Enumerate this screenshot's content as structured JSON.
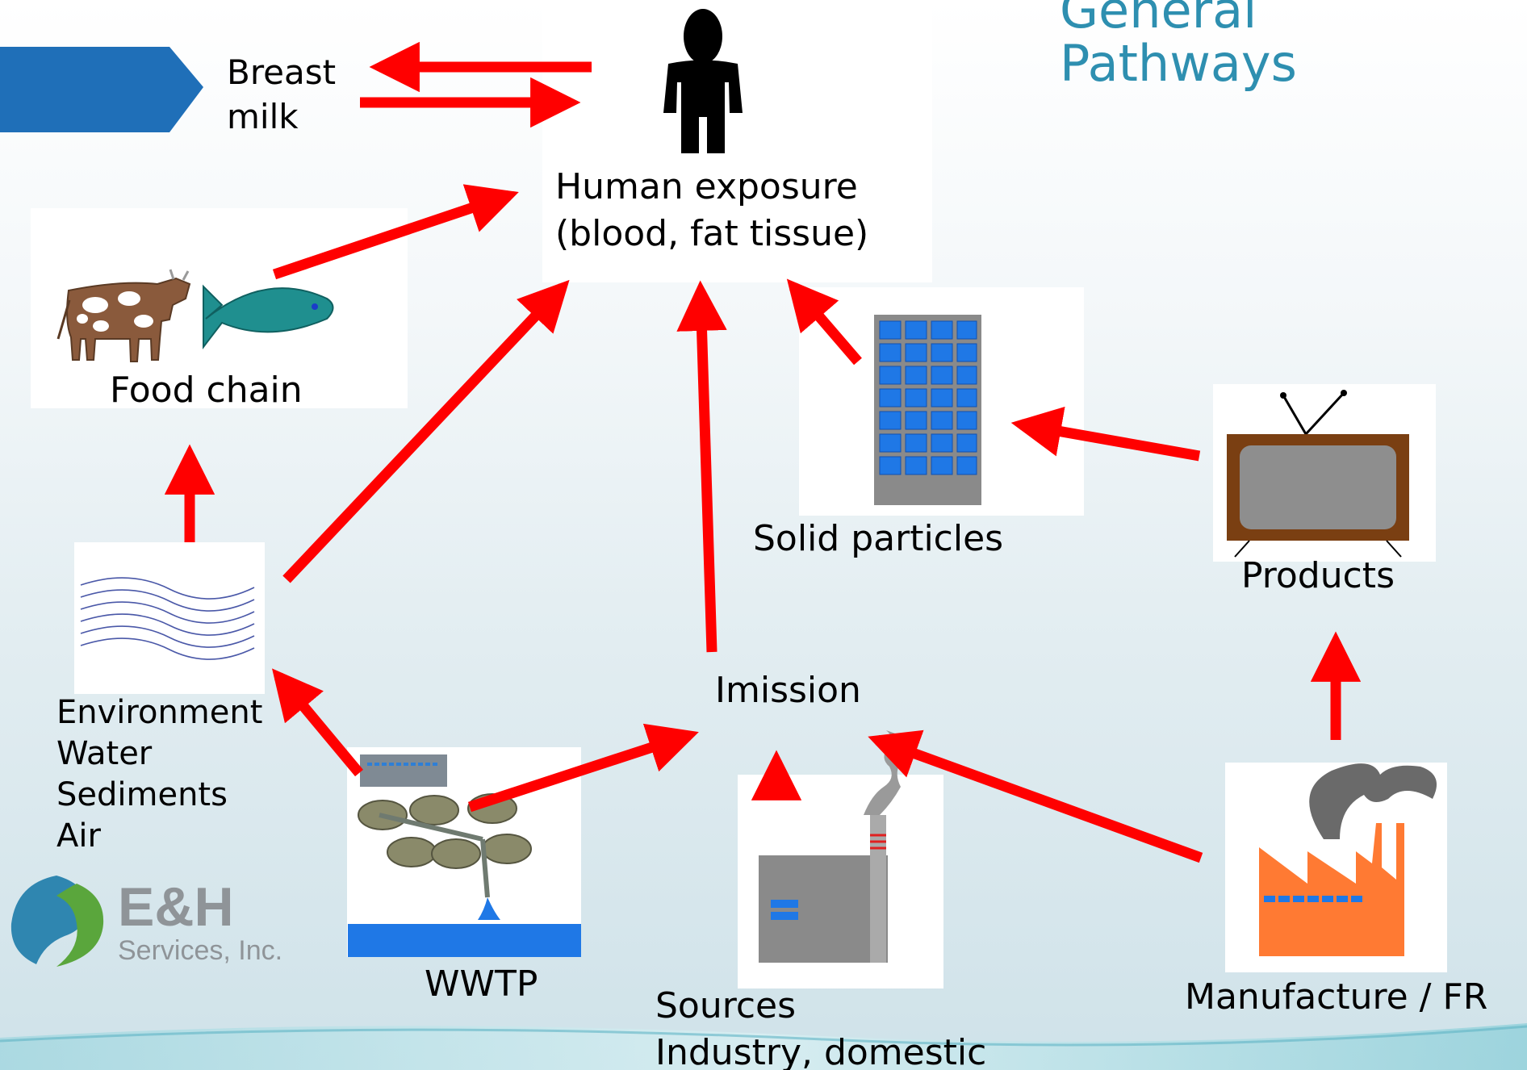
{
  "title": [
    "General",
    "Pathways"
  ],
  "logo": {
    "brand": "E&H",
    "subtitle": "Services, Inc."
  },
  "nodes": {
    "breast_milk": [
      "Breast",
      "milk"
    ],
    "human_exposure": [
      "Human exposure",
      "(blood, fat tissue)"
    ],
    "food_chain": "Food chain",
    "environment": [
      "Environment",
      "Water",
      "Sediments",
      "Air"
    ],
    "solid_particles": "Solid particles",
    "products": "Products",
    "imission": "Imission",
    "wwtp": "WWTP",
    "sources": [
      "Sources",
      "Industry, domestic"
    ],
    "manufacture": "Manufacture / FR"
  },
  "colors": {
    "arrow": "#ff0000",
    "title": "#2e8fb0",
    "chevron": "#1f6fb8"
  }
}
